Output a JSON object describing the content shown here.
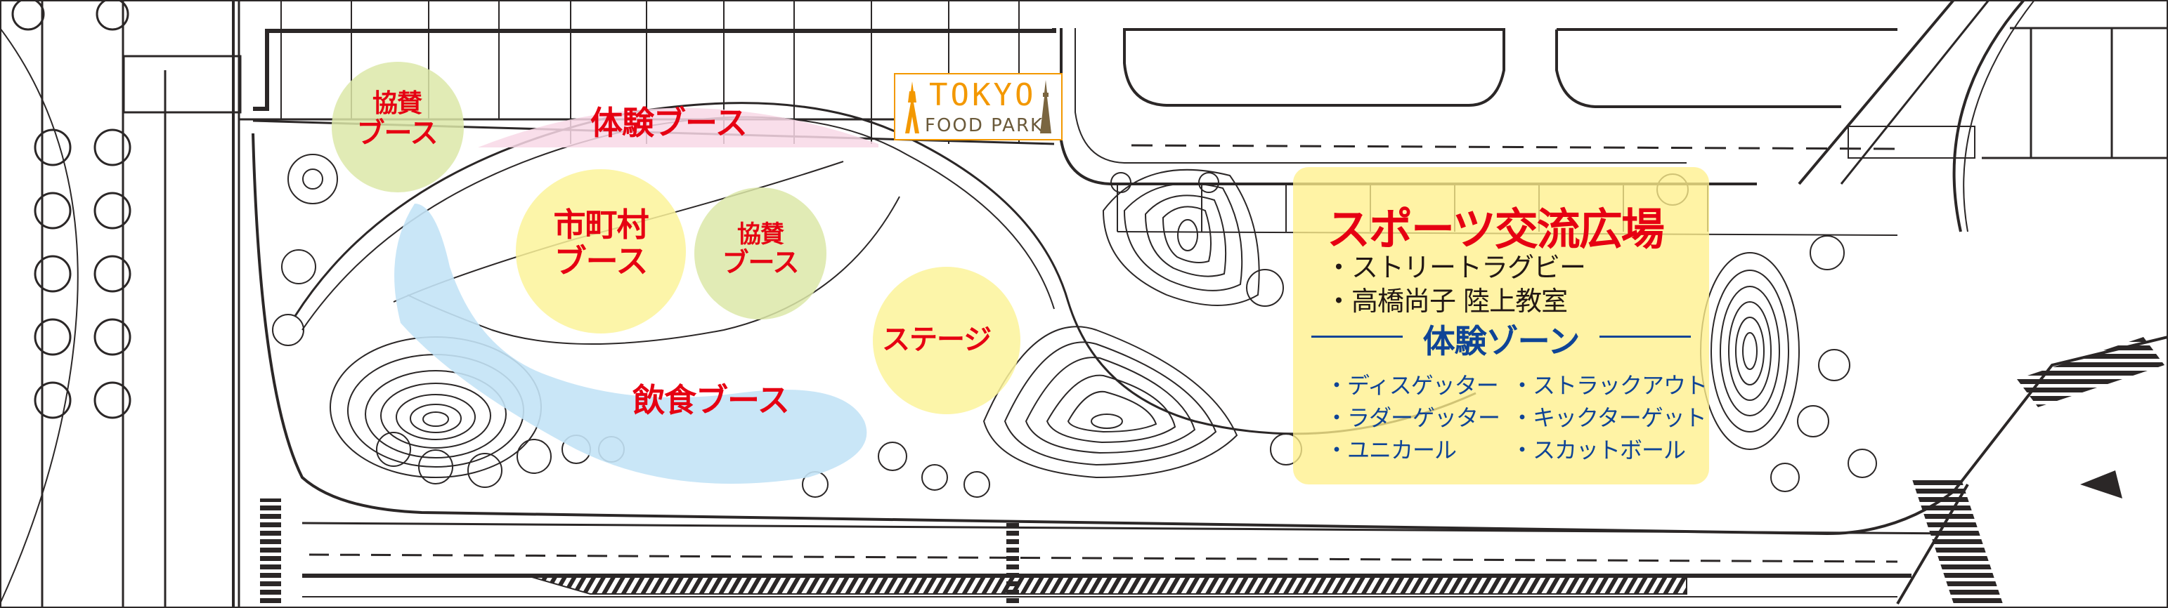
{
  "map": {
    "type": "park site plan",
    "logo": {
      "line1": "TOKYO",
      "line2": "FOOD PARK",
      "color": "#f39800",
      "sub_color": "#6b5a3a",
      "icons": [
        "tokyo-tower-icon",
        "skytree-icon"
      ]
    },
    "zones": [
      {
        "id": "sponsor-booth-1",
        "label_line1": "協賛",
        "label_line2": "ブース",
        "color": "#dce8a8"
      },
      {
        "id": "experience-booth",
        "label": "体験ブース",
        "color": "#f8d8e6"
      },
      {
        "id": "municipal-booth",
        "label_line1": "市町村",
        "label_line2": "ブース",
        "color": "#fbf39a"
      },
      {
        "id": "sponsor-booth-2",
        "label_line1": "協賛",
        "label_line2": "ブース",
        "color": "#dce8a8"
      },
      {
        "id": "food-booth",
        "label": "飲食ブース",
        "color": "#c3e3f6"
      },
      {
        "id": "stage",
        "label": "ステージ",
        "color": "#fbf39a"
      }
    ],
    "sports_panel": {
      "title": "スポーツ交流広場",
      "items": [
        "・ストリートラグビー",
        "・高橋尚子 陸上教室"
      ],
      "experience_zone_title": "体験ゾーン",
      "experience_items_left": [
        "・ディスゲッター",
        "・ラダーゲッター",
        "・ユニカール"
      ],
      "experience_items_right": [
        "・ストラックアウト",
        "・キックターゲット",
        "・スカットボール"
      ],
      "background": "#fff08c",
      "title_color": "#e60012",
      "item_color": "#231815",
      "experience_color": "#0f4496"
    },
    "label_color": "#e60012"
  }
}
